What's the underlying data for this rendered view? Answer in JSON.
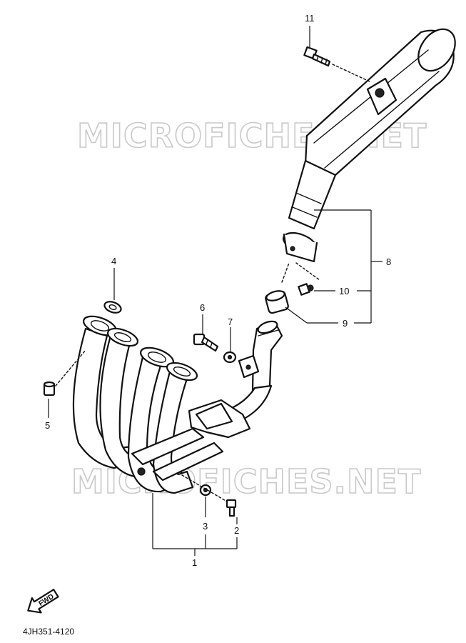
{
  "watermark": {
    "text": "MICROFICHES.NET"
  },
  "callouts": [
    {
      "id": "c1",
      "label": "1"
    },
    {
      "id": "c2",
      "label": "2"
    },
    {
      "id": "c3",
      "label": "3"
    },
    {
      "id": "c4",
      "label": "4"
    },
    {
      "id": "c5",
      "label": "5"
    },
    {
      "id": "c6",
      "label": "6"
    },
    {
      "id": "c7",
      "label": "7"
    },
    {
      "id": "c8",
      "label": "8"
    },
    {
      "id": "c9",
      "label": "9"
    },
    {
      "id": "c10",
      "label": "10"
    },
    {
      "id": "c11",
      "label": "11"
    }
  ],
  "direction_marker": {
    "label": "FWD",
    "icon": "forward-arrow-icon"
  },
  "diagram_code": "4JH351-4120",
  "colors": {
    "line": "#111111",
    "watermark": "#c9c9c9",
    "background": "#ffffff"
  }
}
